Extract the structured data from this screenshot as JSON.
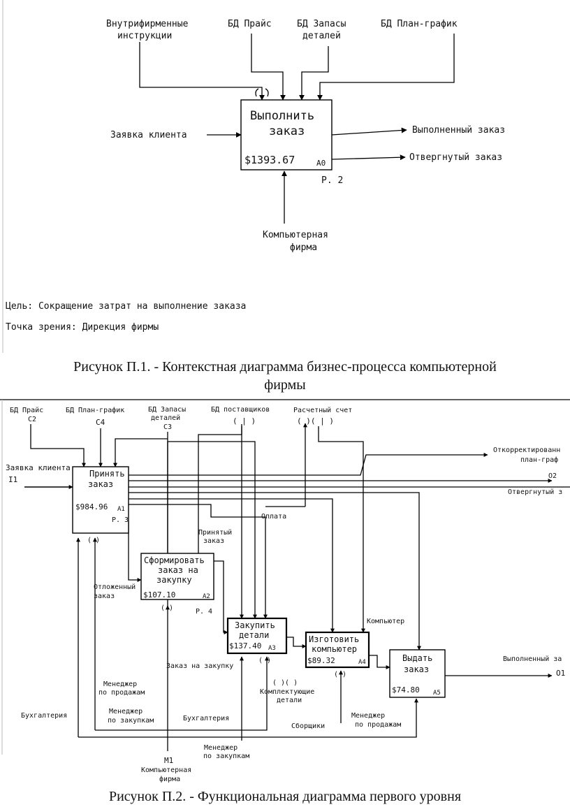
{
  "figure1": {
    "title": "Рисунок П.1. - Контекстная диаграмма бизнес-процесса компьютерной фирмы",
    "caption_line1": "Рисунок П.1. - Контекстная диаграмма бизнес-процесса компьютерной",
    "caption_line2": "фирмы",
    "controls": {
      "internal_line1": "Внутрифирменные",
      "internal_line2": "инструкции",
      "price_db": "БД Прайс",
      "parts_line1": "БД Запасы",
      "parts_line2": "деталей",
      "plan_db": "БД План-график"
    },
    "input": "Заявка клиента",
    "outputs": {
      "done": "Выполненный заказ",
      "rejected": "Отвергнутый заказ"
    },
    "mechanism_line1": "Компьютерная",
    "mechanism_line2": "фирма",
    "box": {
      "line1": "Выполнить",
      "line2": "заказ",
      "cost": "$1393.67",
      "node": "A0",
      "page": "Р. 2"
    },
    "goal": "Цель: Сокращение затрат на выполнение заказа",
    "viewpoint": "Точка зрения: Дирекция фирмы"
  },
  "figure2": {
    "caption": "Рисунок П.2. - Функциональная диаграмма первого уровня",
    "top_labels": {
      "price": "БД Прайс",
      "c2": "С2",
      "plan": "БД План-график",
      "c4": "С4",
      "parts1": "БД Запасы",
      "parts2": "деталей",
      "c3": "С3",
      "suppliers": "БД поставщиков",
      "account": "Расчетный счет"
    },
    "left_labels": {
      "request": "Заявка клиента",
      "i1": "I1"
    },
    "right_labels": {
      "corrected1": "Откорректированн",
      "corrected2": "план-граф",
      "o2": "О2",
      "rejected": "Отвергнутый з",
      "done": "Выполненный за",
      "o1": "О1"
    },
    "arrow_labels": {
      "accepted1": "Принятый",
      "accepted2": "заказ",
      "payment": "Оплата",
      "deferred1": "Отложенный",
      "deferred2": "заказ",
      "purchase_order": "Заказ на закупку",
      "components1": "Комплектующие",
      "components2": "детали",
      "computer": "Компьютер",
      "sales_mgr1": "Менеджер",
      "sales_mgr2": "по продажам",
      "buy_mgr1": "Менеджер",
      "buy_mgr2": "по закупкам",
      "accounting": "Бухгалтерия",
      "accounting2": "Бухгалтерия",
      "buy_mgr_b1": "Менеджер",
      "buy_mgr_b2": "по закупкам",
      "assemblers": "Сборщики",
      "sales_mgr_b1": "Менеджер",
      "sales_mgr_b2": "по продажам",
      "m1": "М1",
      "firm1": "Компьютерная",
      "firm2": "фирма"
    },
    "boxes": [
      {
        "line1": "Принять",
        "line2": "заказ",
        "line3": "",
        "cost": "$984.96",
        "node": "A1",
        "page": "Р. 3"
      },
      {
        "line1": "Сформировать",
        "line2": "заказ на",
        "line3": "закупку",
        "cost": "$107.10",
        "node": "A2",
        "page": "Р. 4"
      },
      {
        "line1": "Закупить",
        "line2": "детали",
        "line3": "",
        "cost": "$137.40",
        "node": "A3",
        "page": ""
      },
      {
        "line1": "Изготовить",
        "line2": "компьютер",
        "line3": "",
        "cost": "$89.32",
        "node": "A4",
        "page": ""
      },
      {
        "line1": "Выдать",
        "line2": "заказ",
        "line3": "",
        "cost": "$74.80",
        "node": "A5",
        "page": ""
      }
    ]
  }
}
